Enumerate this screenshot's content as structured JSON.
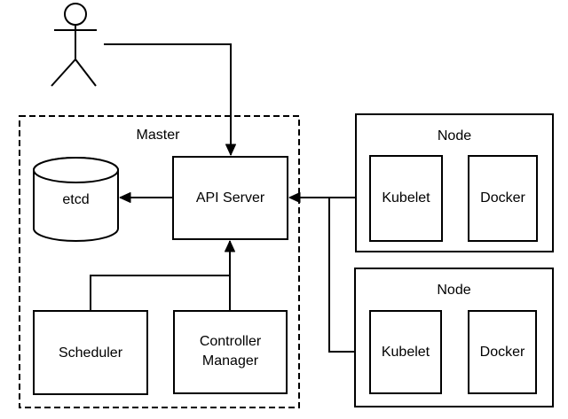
{
  "diagram": {
    "type": "architecture-diagram",
    "subject": "Kubernetes cluster architecture",
    "colors": {
      "stroke": "#000000",
      "background": "#ffffff",
      "text": "#000000"
    },
    "actor": {
      "icon": "stick-figure-person"
    },
    "master": {
      "label": "Master",
      "etcd": {
        "label": "etcd",
        "shape": "cylinder"
      },
      "api_server": {
        "label": "API Server"
      },
      "scheduler": {
        "label": "Scheduler"
      },
      "controller_manager": {
        "line1": "Controller",
        "line2": "Manager"
      }
    },
    "nodes": [
      {
        "label": "Node",
        "kubelet": {
          "label": "Kubelet"
        },
        "docker": {
          "label": "Docker"
        }
      },
      {
        "label": "Node",
        "kubelet": {
          "label": "Kubelet"
        },
        "docker": {
          "label": "Docker"
        }
      }
    ],
    "edges": [
      {
        "from": "user",
        "to": "api-server",
        "arrowhead": "at-api-server"
      },
      {
        "from": "api-server",
        "to": "etcd",
        "arrowhead": "at-etcd"
      },
      {
        "from": "scheduler",
        "to": "api-server",
        "arrowhead": "at-api-server"
      },
      {
        "from": "controller-manager",
        "to": "api-server",
        "arrowhead": "at-api-server"
      },
      {
        "from": "kubelet-1",
        "to": "api-server",
        "arrowhead": "at-api-server"
      },
      {
        "from": "api-server-link",
        "to": "kubelet-2",
        "arrowhead": "none"
      },
      {
        "from": "kubelet-1",
        "to": "docker-1",
        "arrowhead": "at-docker"
      },
      {
        "from": "kubelet-2",
        "to": "docker-2",
        "arrowhead": "at-docker"
      }
    ]
  }
}
